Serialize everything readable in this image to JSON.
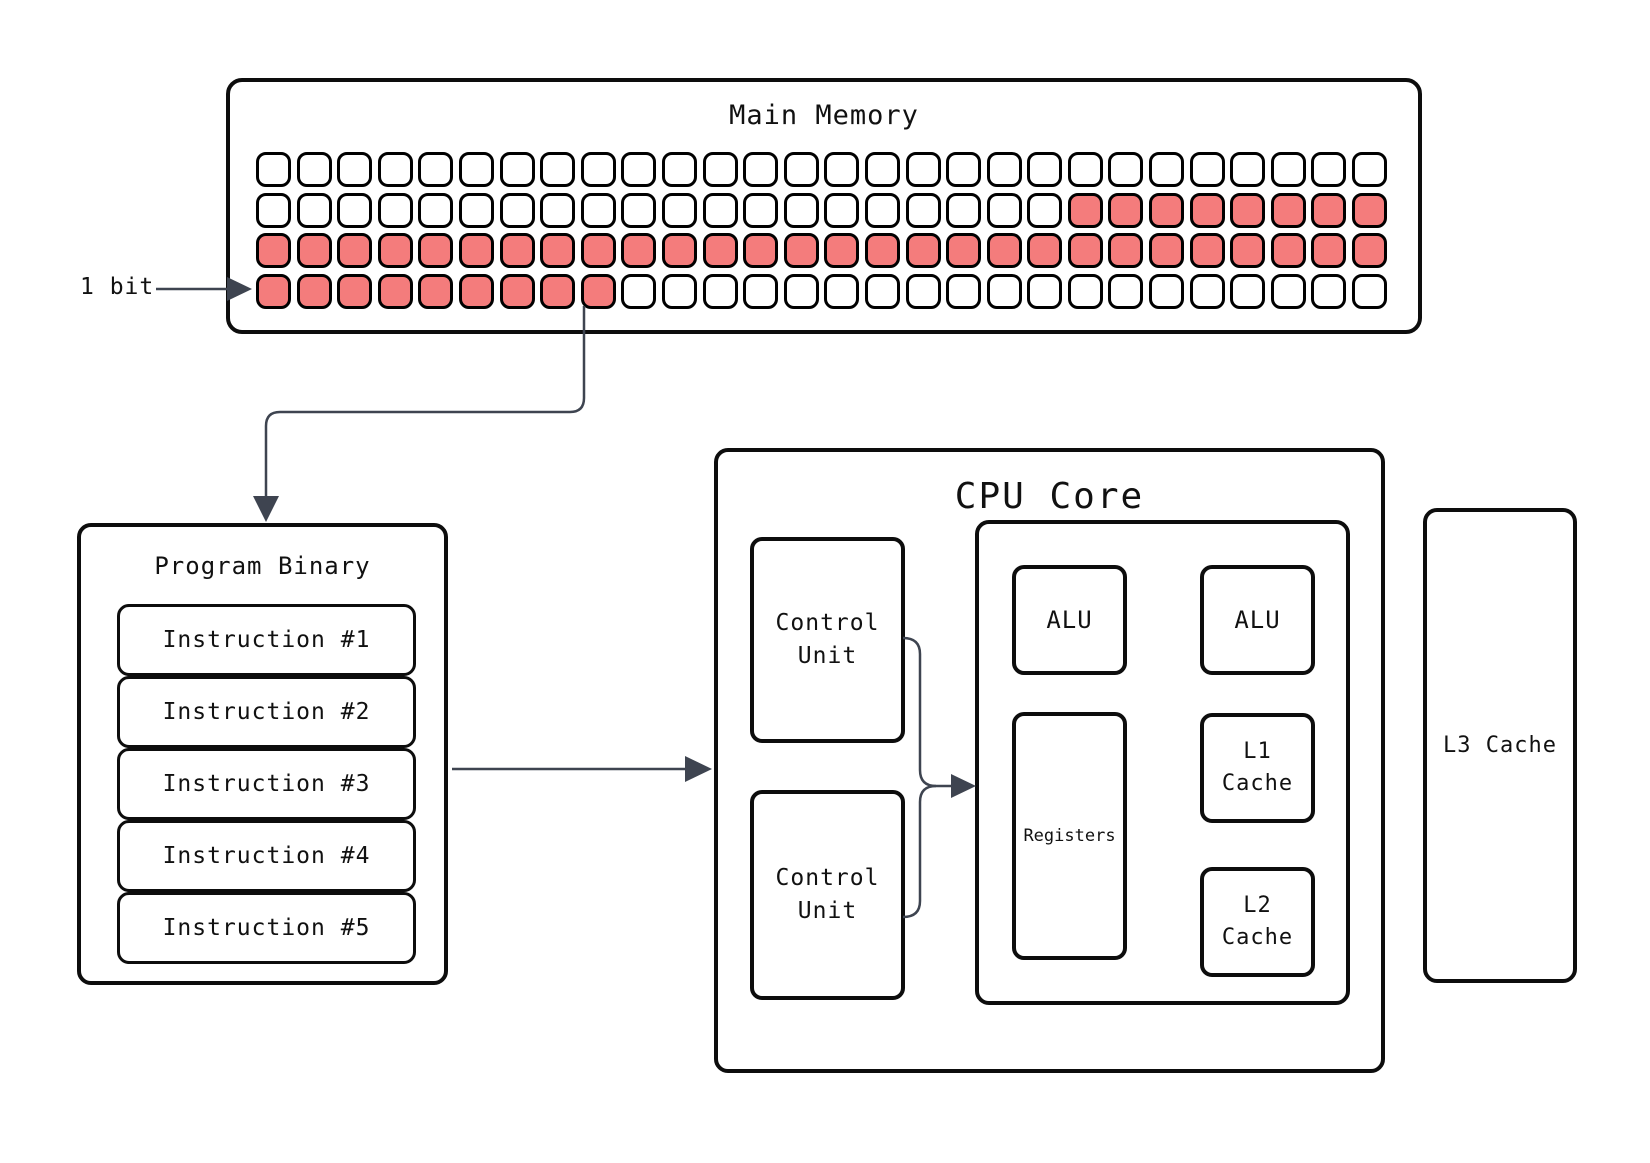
{
  "colors": {
    "border": "#0d0d0d",
    "connector": "#3e4450",
    "bit_fill_active": "#f47c7c",
    "bit_fill_inactive": "#ffffff"
  },
  "main_memory": {
    "title": "Main Memory",
    "bit_pointer_label": "1 bit",
    "grid": {
      "rows": 4,
      "cols": 28,
      "red_ranges": [
        null,
        [
          20,
          27
        ],
        [
          0,
          27
        ],
        [
          0,
          8
        ]
      ]
    }
  },
  "program_binary": {
    "title": "Program Binary",
    "instructions": [
      "Instruction #1",
      "Instruction #2",
      "Instruction #3",
      "Instruction #4",
      "Instruction #5"
    ]
  },
  "cpu_core": {
    "title": "CPU Core",
    "control_unit_1": "Control\nUnit",
    "control_unit_2": "Control\nUnit",
    "alu_1": "ALU",
    "alu_2": "ALU",
    "registers": "Registers",
    "l1_cache": "L1\nCache",
    "l2_cache": "L2\nCache"
  },
  "l3_cache": {
    "label": "L3 Cache"
  }
}
